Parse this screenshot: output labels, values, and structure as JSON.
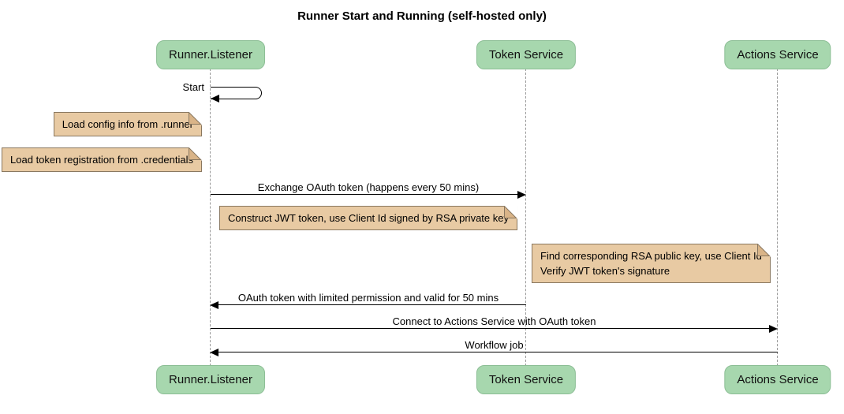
{
  "title": "Runner Start and Running (self-hosted only)",
  "participants": [
    {
      "name": "Runner.Listener"
    },
    {
      "name": "Token Service"
    },
    {
      "name": "Actions Service"
    }
  ],
  "messages": {
    "start": {
      "label": "Start",
      "type": "self-message",
      "on": "Runner.Listener"
    },
    "exchange": {
      "label": "Exchange OAuth token (happens every 50 mins)",
      "from": "Runner.Listener",
      "to": "Token Service"
    },
    "oauth_return": {
      "label": "OAuth token with limited permission and valid for 50 mins",
      "from": "Token Service",
      "to": "Runner.Listener"
    },
    "connect": {
      "label": "Connect to Actions Service with OAuth token",
      "from": "Runner.Listener",
      "to": "Actions Service"
    },
    "workflow": {
      "label": "Workflow job",
      "from": "Actions Service",
      "to": "Runner.Listener"
    }
  },
  "notes": {
    "config": {
      "text": "Load config info from .runner"
    },
    "credentials": {
      "text": "Load token registration from .credentials"
    },
    "jwt": {
      "text": "Construct JWT token, use Client Id signed by RSA private key"
    },
    "verify": {
      "line1": "Find corresponding RSA public key, use Client Id",
      "line2": "Verify JWT token's signature"
    }
  },
  "colors": {
    "background": "#FFFFFF",
    "participant_fill": "#A7D7AE",
    "participant_border": "#8CBE95",
    "note_fill": "#E8CAA3",
    "note_border": "#8A7860",
    "note_fold": "#D9B488",
    "lifeline": "#9A9A9A",
    "arrow": "#000000",
    "text": "#000000"
  }
}
